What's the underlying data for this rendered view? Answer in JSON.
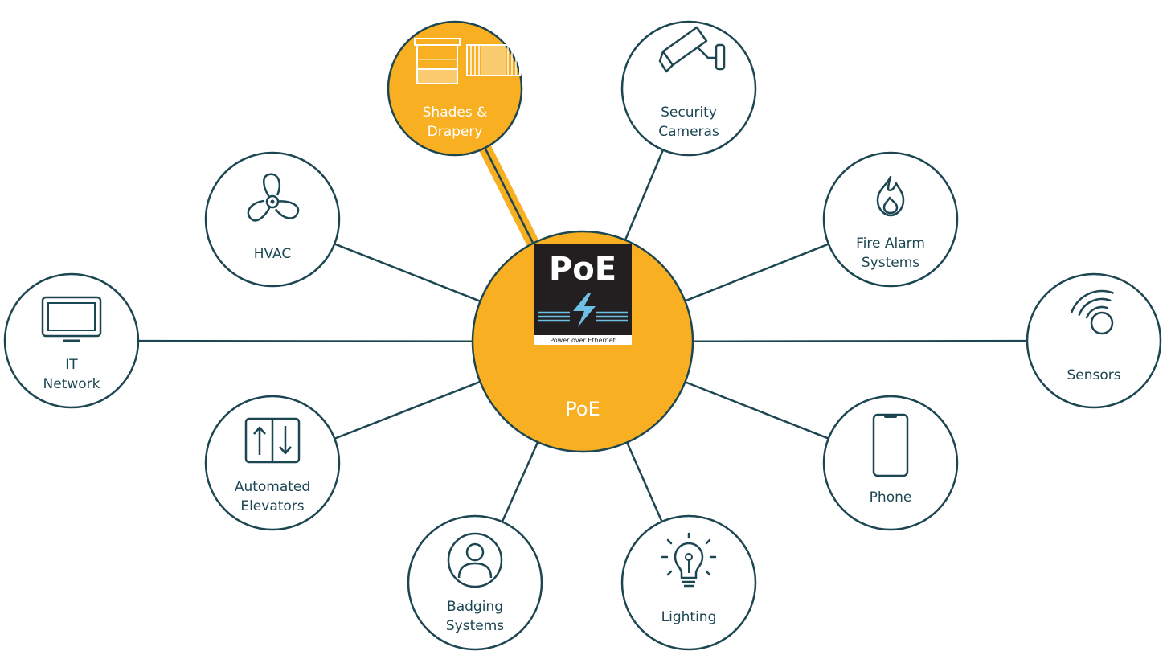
{
  "colors": {
    "line": "#1c4652",
    "accent": "#f8b022",
    "node_fill": "#ffffff",
    "label_dark": "#1c4652",
    "label_light": "#ffffff",
    "logo_bg": "#231f20",
    "logo_bolt": "#6ec1e4"
  },
  "hub": {
    "label": "PoE",
    "logo_text": "PoE",
    "logo_caption": "Power over Ethernet",
    "icon": "poe-logo-icon"
  },
  "nodes": [
    {
      "id": "shades-drapery",
      "lines": [
        "Shades &",
        "Drapery"
      ],
      "icon": "window-shades-icon",
      "highlighted": true
    },
    {
      "id": "security-cameras",
      "lines": [
        "Security",
        "Cameras"
      ],
      "icon": "security-camera-icon",
      "highlighted": false
    },
    {
      "id": "fire-alarm-systems",
      "lines": [
        "Fire Alarm",
        "Systems"
      ],
      "icon": "flame-icon",
      "highlighted": false
    },
    {
      "id": "sensors",
      "lines": [
        "Sensors"
      ],
      "icon": "sensor-signal-icon",
      "highlighted": false
    },
    {
      "id": "phone",
      "lines": [
        "Phone"
      ],
      "icon": "smartphone-icon",
      "highlighted": false
    },
    {
      "id": "lighting",
      "lines": [
        "Lighting"
      ],
      "icon": "light-bulb-icon",
      "highlighted": false
    },
    {
      "id": "badging-systems",
      "lines": [
        "Badging",
        "Systems"
      ],
      "icon": "person-badge-icon",
      "highlighted": false
    },
    {
      "id": "automated-elevators",
      "lines": [
        "Automated",
        "Elevators"
      ],
      "icon": "elevator-icon",
      "highlighted": false
    },
    {
      "id": "it-network",
      "lines": [
        "IT",
        "Network"
      ],
      "icon": "monitor-icon",
      "highlighted": false
    },
    {
      "id": "hvac",
      "lines": [
        "HVAC"
      ],
      "icon": "fan-icon",
      "highlighted": false
    }
  ]
}
